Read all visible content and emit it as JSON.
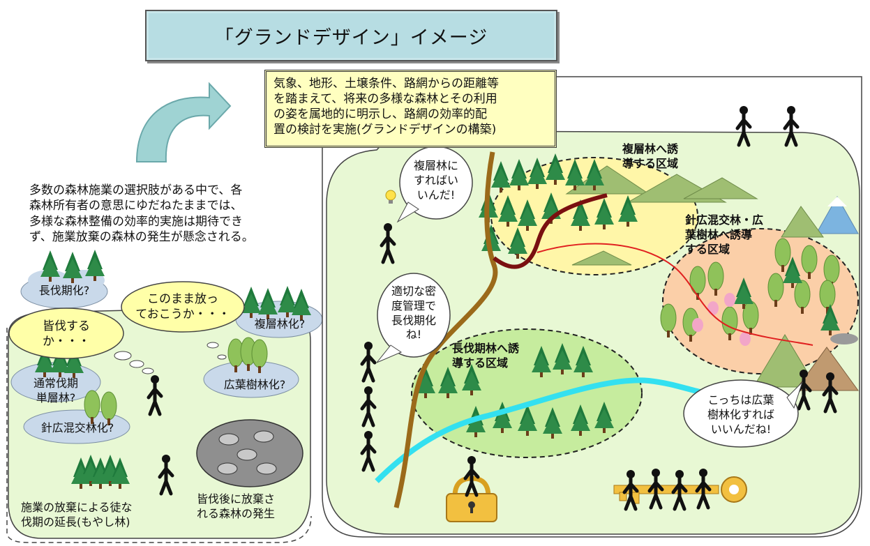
{
  "title": "「グランドデザイン」イメージ",
  "callout_text": "気象、地形、土壌条件、路網からの距離等\nを踏まえて、将来の多様な森林とその利用\nの姿を属地的に明示し、路網の効率的配\n置の検討を実施(グランドデザインの構築)",
  "left_description": "多数の森林施業の選択肢がある中で、各\n森林所有者の意思にゆだねたままでは、\n多様な森林整備の効率的実施は期待でき\nず、施業放棄の森林の発生が懸念される。",
  "left_scene": {
    "cloud_long_rotation": "長伐期化?",
    "cloud_multilayer": "複層林化?",
    "cloud_normal": "通常伐期\n単層林?",
    "cloud_mixed": "針広混交林化?",
    "cloud_broadleaf": "広葉樹林化?",
    "thought_leave": "このまま放っ\nておこうか・・・",
    "thought_clearcut": "皆伐する\nか・・・",
    "caption_abandon": "施業の放棄による徒な\n伐期の延長(もやし林)",
    "caption_clearcut": "皆伐後に放棄さ\nれる森林の発生"
  },
  "right_scene": {
    "zone_multilayer": "複層林へ誘\n導する区域",
    "zone_mixed": "針広混交林・広\n葉樹林へ誘導\nする区域",
    "zone_long": "長伐期林へ誘\n導する区域",
    "speech_multilayer": "複層林に\nすればい\nいんだ!",
    "speech_density": "適切な密\n度管理で\n長伐期化\nね!",
    "speech_broadleaf": "こっちは広葉\n樹林化すれば\nいいんだね!"
  },
  "colors": {
    "title_bg": "#b7dde3",
    "callout_bg": "#ffffc0",
    "ground": "#e8f8d4",
    "zone_yellow": "#fff6a8",
    "zone_orange": "#fbcfa8",
    "zone_green": "#c6ec9e",
    "river": "#33e0f0",
    "road": "#9b6a1a",
    "forest_road": "#7a1010",
    "arrow": "#9fd3d3"
  }
}
